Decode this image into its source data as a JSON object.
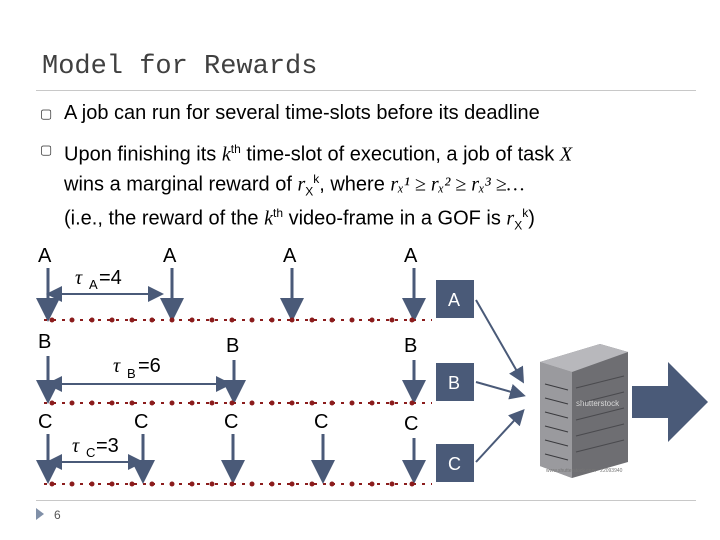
{
  "title": "Model for Rewards",
  "bullets": {
    "b1": "A job can run for several time-slots before its deadline",
    "b2_l1_a": "Upon finishing its ",
    "b2_l1_k": "k",
    "b2_l1_th": "th",
    "b2_l1_b": " time-slot of execution, a job of task ",
    "b2_l1_X": "X",
    "b2_l2_a": "wins a marginal reward of ",
    "b2_l2_r": "r",
    "b2_l2_X": "X",
    "b2_l2_k": "k",
    "b2_l2_b": ", where ",
    "b2_l2_rest": "rₓ¹ ≥ rₓ² ≥ rₓ³ ≥…",
    "b2_l3_a": "(i.e., the reward of the ",
    "b2_l3_k": "k",
    "b2_l3_th": "th",
    "b2_l3_b": " video-frame in a GOF is ",
    "b2_l3_r": "r",
    "b2_l3_X": "X",
    "b2_l3_k2": "k",
    "b2_l3_c": ")"
  },
  "diagram": {
    "task_a": "A",
    "task_b": "B",
    "task_c": "C",
    "tau_a": "τ",
    "tau_a_sub": "A",
    "tau_a_val": "=4",
    "tau_b": "τ",
    "tau_b_sub": "B",
    "tau_b_val": "=6",
    "tau_c": "τ",
    "tau_c_sub": "C",
    "tau_c_val": "=3",
    "box_a": "A",
    "box_b": "B",
    "box_c": "C",
    "server_caption": "www.shutterstock.com · 22093940",
    "server_brand": "shutterstock",
    "colors": {
      "timeline": "#8b1c1c",
      "arrow": "#4a5a78",
      "box": "#4a5a78",
      "big_arrow": "#4a5a78"
    }
  },
  "page_number": "6"
}
